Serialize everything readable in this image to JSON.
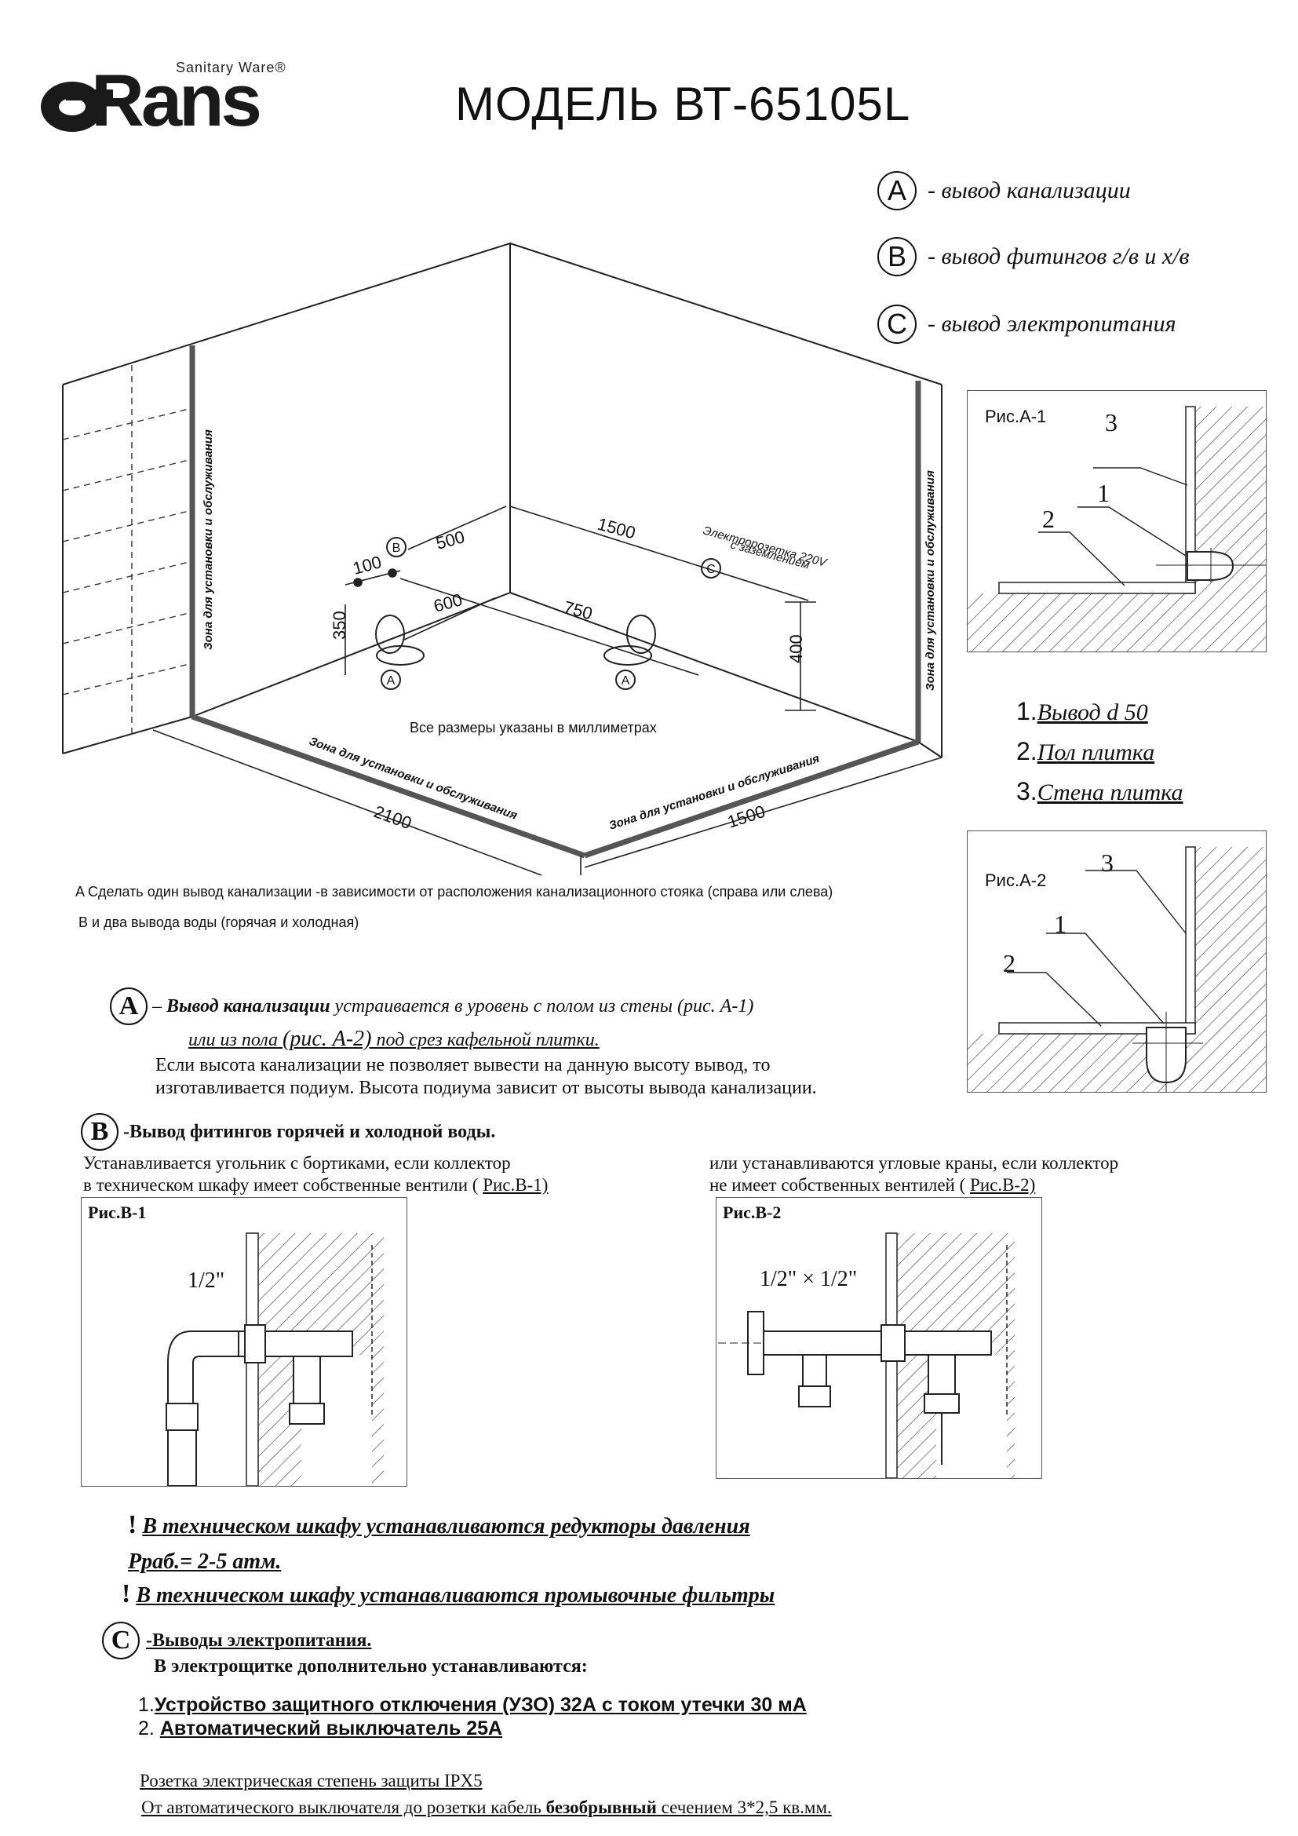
{
  "header": {
    "brand": "Rans",
    "brand_tagline": "Sanitary Ware®",
    "title": "МОДЕЛЬ ВТ-65105L"
  },
  "legend": [
    {
      "letter": "A",
      "text": "- вывод канализации"
    },
    {
      "letter": "B",
      "text": "- вывод фитингов г/в и х/в"
    },
    {
      "letter": "C",
      "text": "- вывод электропитания"
    }
  ],
  "room_plan": {
    "zone_label": "Зона для установки и обслуживания",
    "note": "Все размеры указаны в миллиметрах",
    "socket_label_1": "Электророзетка 220V",
    "socket_label_2": "с заземлением",
    "dims": {
      "d500": "500",
      "d1500_top": "1500",
      "d100": "100",
      "d600": "600",
      "d750": "750",
      "d350": "350",
      "d400": "400",
      "d2100": "2100",
      "d1500_bottom": "1500"
    },
    "markers": {
      "a": "A",
      "b": "B",
      "c": "C"
    }
  },
  "notes_under_plan": {
    "a_letter": "A",
    "a_text": "Сделать один вывод канализации -в зависимости от расположения канализационного стояка (справа или слева)",
    "b_letter": "B",
    "b_text": "и два вывода воды (горячая и холодная)"
  },
  "fig_a1": {
    "caption": "Рис.А-1",
    "n1": "1",
    "n2": "2",
    "n3": "3"
  },
  "fig_a2": {
    "caption": "Рис.А-2",
    "n1": "1",
    "n2": "2",
    "n3": "3"
  },
  "parts_list": [
    {
      "num": "1.",
      "text": "Вывод d 50"
    },
    {
      "num": "2.",
      "text": "Пол плитка"
    },
    {
      "num": "3.",
      "text": "Стена плитка"
    }
  ],
  "section_a": {
    "letter": "A",
    "lead_dash": "–",
    "lead_bold": "Вывод канализации",
    "lead_rest": "устраивается в уровень с полом из стены (рис. А-1)",
    "line2_a": "или из пола",
    "line2_b": "(рис. А-2)",
    "line2_c": "под срез кафельной плитки.",
    "para1": "Если высота канализации не позволяет вывести на данную высоту вывод, то",
    "para2": "изготавливается подиум. Высота подиума зависит от высоты вывода канализации."
  },
  "section_b": {
    "letter": "B",
    "title": "-Вывод фитингов горячей и холодной воды.",
    "left1": "Устанавливается угольник с бортиками,  если коллектор",
    "left2_a": "в техническом шкафу имеет собственные вентили (",
    "left2_b": "Рис.В-1)",
    "right1": "или  устанавливаются угловые краны, если коллектор",
    "right2_a": "не имеет собственных вентилей (",
    "right2_b": "Рис.В-2)",
    "fig1_caption": "Рис.В-1",
    "fig1_label": "1/2\"",
    "fig2_caption": "Рис.В-2",
    "fig2_label": "1/2\" × 1/2\""
  },
  "warnings": {
    "mark": "!",
    "w1": "В техническом шкафу устанавливаются редукторы давления",
    "w1b": "Рраб.= 2-5 атм.",
    "w2": "В техническом шкафу устанавливаются промывочные фильтры"
  },
  "section_c": {
    "letter": "C",
    "title": "-Выводы электропитания.",
    "sub": "В электрощитке дополнительно устанавливаются:",
    "i1_num": "1.",
    "i1": "Устройство защитного отключения (УЗО)  32А с током  утечки 30 мА",
    "i2_num": "2.",
    "i2": "Автоматический выключатель 25А",
    "f1": "Розетка электрическая степень защиты IPX5",
    "f2_a": "От автоматического выключателя до розетки кабель",
    "f2_b": "безобрывный",
    "f2_c": "сечением 3*2,5 кв.мм."
  }
}
